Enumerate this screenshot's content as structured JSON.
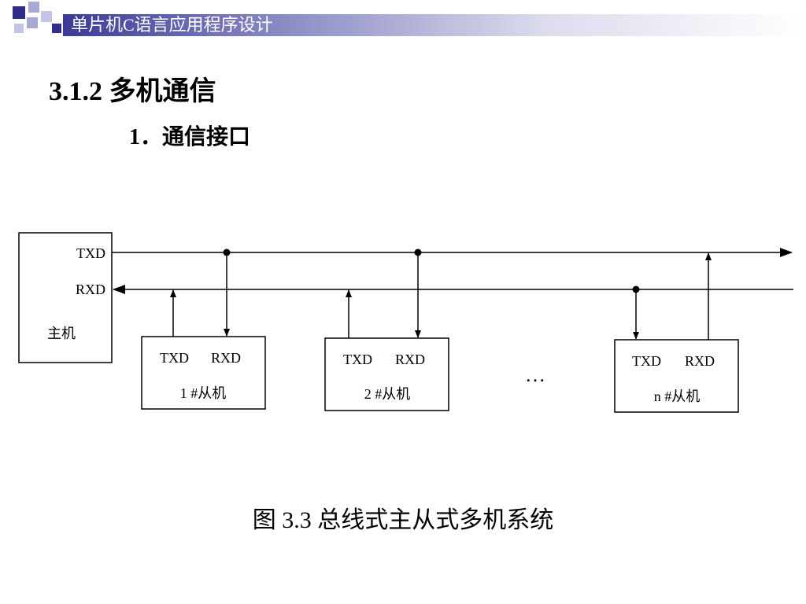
{
  "header": {
    "title": "单片机C语言应用程序设计"
  },
  "section": {
    "title": "3.1.2  多机通信"
  },
  "subsection": {
    "title": "1．通信接口"
  },
  "diagram": {
    "master": {
      "txd": "TXD",
      "rxd": "RXD",
      "label": "主机"
    },
    "slaves": [
      {
        "txd": "TXD",
        "rxd": "RXD",
        "label": "1 #从机"
      },
      {
        "txd": "TXD",
        "rxd": "RXD",
        "label": "2 #从机"
      },
      {
        "txd": "TXD",
        "rxd": "RXD",
        "label": "n #从机"
      }
    ],
    "ellipsis": "…"
  },
  "caption": "图 3.3  总线式主从式多机系统",
  "colors": {
    "header_dark": "#3b3b96",
    "header_light": "#ffffff",
    "square_dark": "#2e2e8a",
    "square_light": "#a9a9d6"
  }
}
